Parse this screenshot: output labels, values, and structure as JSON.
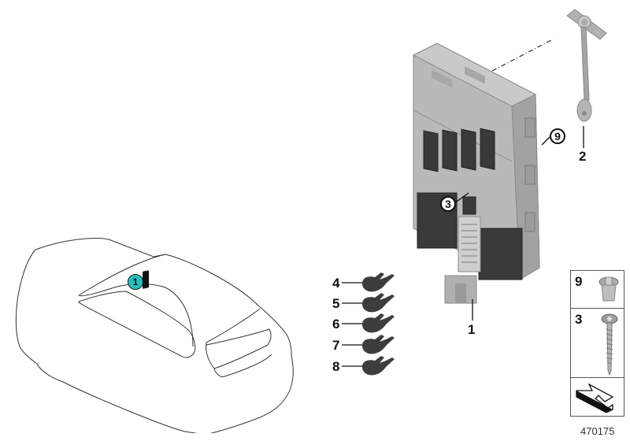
{
  "diagram": {
    "id": "470175",
    "accent_color": "#2bbfbf",
    "location_badge": {
      "number": "1",
      "color": "#2bbfbf"
    },
    "callouts": [
      {
        "number": "1",
        "part": "control-module"
      },
      {
        "number": "2",
        "part": "ground-strap-bracket"
      },
      {
        "number": "3",
        "part": "screw",
        "circled": true
      },
      {
        "number": "4",
        "part": "fuse"
      },
      {
        "number": "5",
        "part": "fuse"
      },
      {
        "number": "6",
        "part": "fuse"
      },
      {
        "number": "7",
        "part": "fuse"
      },
      {
        "number": "8",
        "part": "fuse"
      },
      {
        "number": "9",
        "part": "clip-nut",
        "circled": true
      }
    ],
    "legend": [
      {
        "number": "9",
        "part": "clip-nut"
      },
      {
        "number": "3",
        "part": "screw"
      },
      {
        "number": "",
        "part": "direction-arrow"
      }
    ]
  }
}
